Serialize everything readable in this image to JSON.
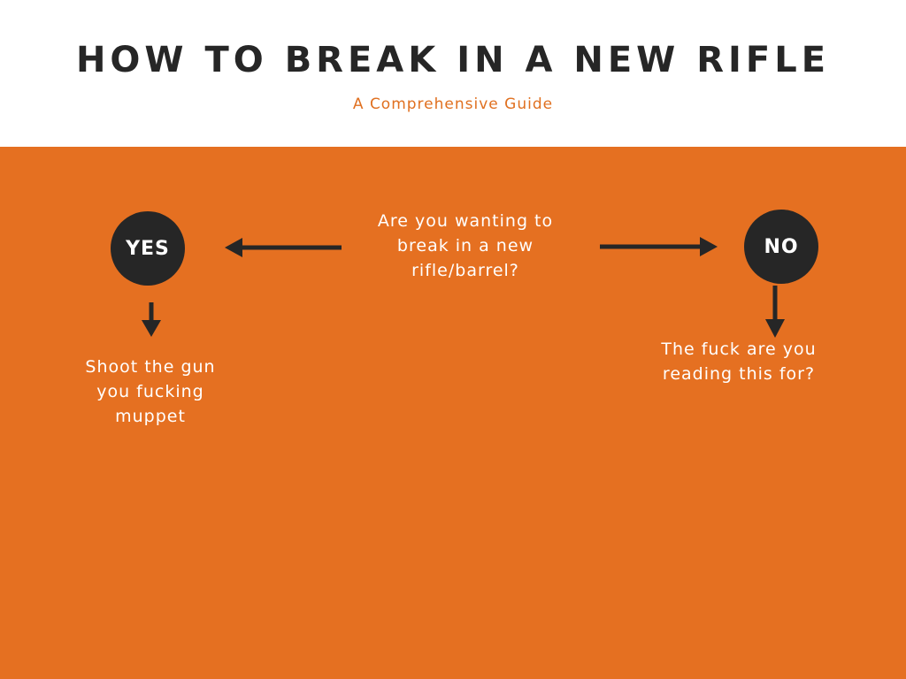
{
  "header": {
    "title": "HOW TO BREAK IN A NEW RIFLE",
    "subtitle": "A Comprehensive Guide"
  },
  "flowchart": {
    "question": "Are you wanting to\nbreak in a new\nrifle/barrel?",
    "yes_label": "YES",
    "no_label": "NO",
    "yes_answer": "Shoot the gun\nyou fucking\nmuppet",
    "no_answer": "The fuck are you\nreading this for?"
  },
  "colors": {
    "background": "#ffffff",
    "panel": "#e57021",
    "subtitle_accent": "#e07020",
    "dark": "#262626",
    "text_on_panel": "#ffffff"
  },
  "icons": [
    "arrow-left-icon",
    "arrow-right-icon",
    "arrow-down-icon"
  ]
}
